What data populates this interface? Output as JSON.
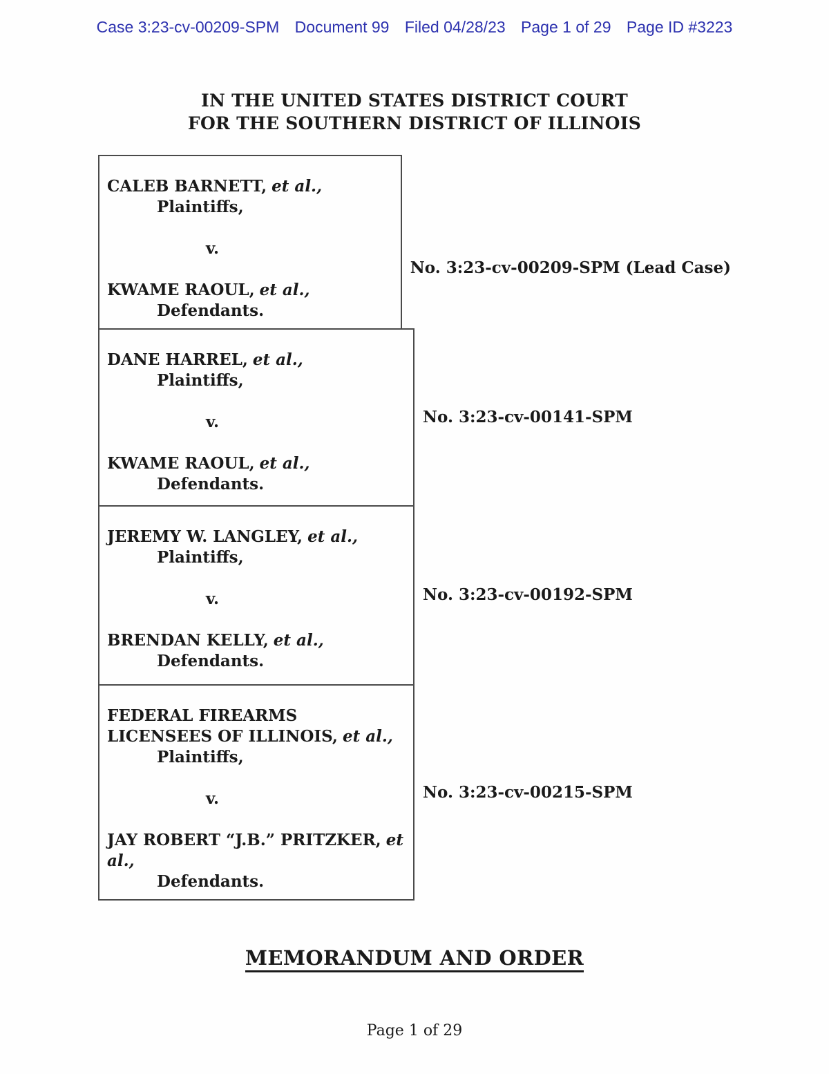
{
  "stamp": {
    "case": "Case 3:23-cv-00209-SPM",
    "document": "Document 99",
    "filed": "Filed 04/28/23",
    "page": "Page 1 of 29",
    "page_id": "Page ID #3223",
    "color": "#2d32af"
  },
  "court": {
    "line1": "IN THE UNITED STATES DISTRICT COURT",
    "line2": "FOR THE SOUTHERN DISTRICT OF ILLINOIS"
  },
  "cases": [
    {
      "plaintiff": "CALEB BARNETT,",
      "plaintiff_etal": "et al.,",
      "plaintiff_role": "Plaintiffs,",
      "versus": "v.",
      "defendant": "KWAME RAOUL,",
      "defendant_etal": "et al.,",
      "defendant_role": "Defendants.",
      "number": "No. 3:23-cv-00209-SPM (Lead Case)"
    },
    {
      "plaintiff": "DANE HARREL,",
      "plaintiff_etal": "et al.,",
      "plaintiff_role": "Plaintiffs,",
      "versus": "v.",
      "defendant": "KWAME RAOUL,",
      "defendant_etal": "et al.,",
      "defendant_role": "Defendants.",
      "number": "No. 3:23-cv-00141-SPM"
    },
    {
      "plaintiff": "JEREMY W. LANGLEY,",
      "plaintiff_etal": "et al.,",
      "plaintiff_role": "Plaintiffs,",
      "versus": "v.",
      "defendant": "BRENDAN KELLY,",
      "defendant_etal": "et al.,",
      "defendant_role": "Defendants.",
      "number": "No. 3:23-cv-00192-SPM"
    },
    {
      "plaintiff": "FEDERAL FIREARMS LICENSEES OF ILLINOIS,",
      "plaintiff_etal": "et al.,",
      "plaintiff_role": "Plaintiffs,",
      "versus": "v.",
      "defendant": "JAY ROBERT “J.B.” PRITZKER,",
      "defendant_etal": "et al.,",
      "defendant_role": "Defendants.",
      "number": "No. 3:23-cv-00215-SPM"
    }
  ],
  "heading": {
    "text": "MEMORANDUM AND ORDER"
  },
  "footer": {
    "text": "Page 1 of 29"
  }
}
